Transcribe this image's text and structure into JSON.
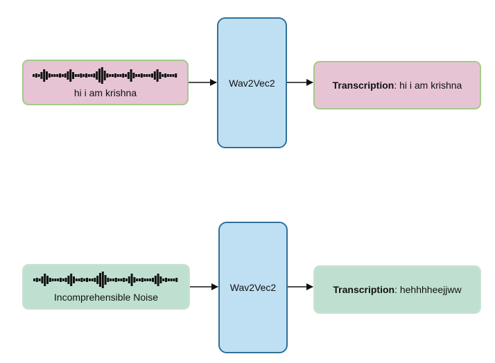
{
  "theme": {
    "pink_fill": "#e6c4d4",
    "pink_border": "#8fb36e",
    "green_fill": "#bfe0d0",
    "green_border": "#c2dbc9",
    "blue_fill": "#bfdff2",
    "blue_border": "#2f6f98",
    "output_pink_border": "#97bd73",
    "arrow": "#111111"
  },
  "rows": [
    {
      "input_label": "hi i am krishna",
      "model_label": "Wav2Vec2",
      "output_key": "Transcription",
      "output_sep": ":",
      "output_value": " hi i am krishna"
    },
    {
      "input_label": "Incomprehensible Noise",
      "model_label": "Wav2Vec2",
      "output_key": "Transcription",
      "output_sep": ":",
      "output_value": " hehhhheejjww"
    }
  ],
  "icons": {
    "waveform": "audio-waveform-icon"
  }
}
